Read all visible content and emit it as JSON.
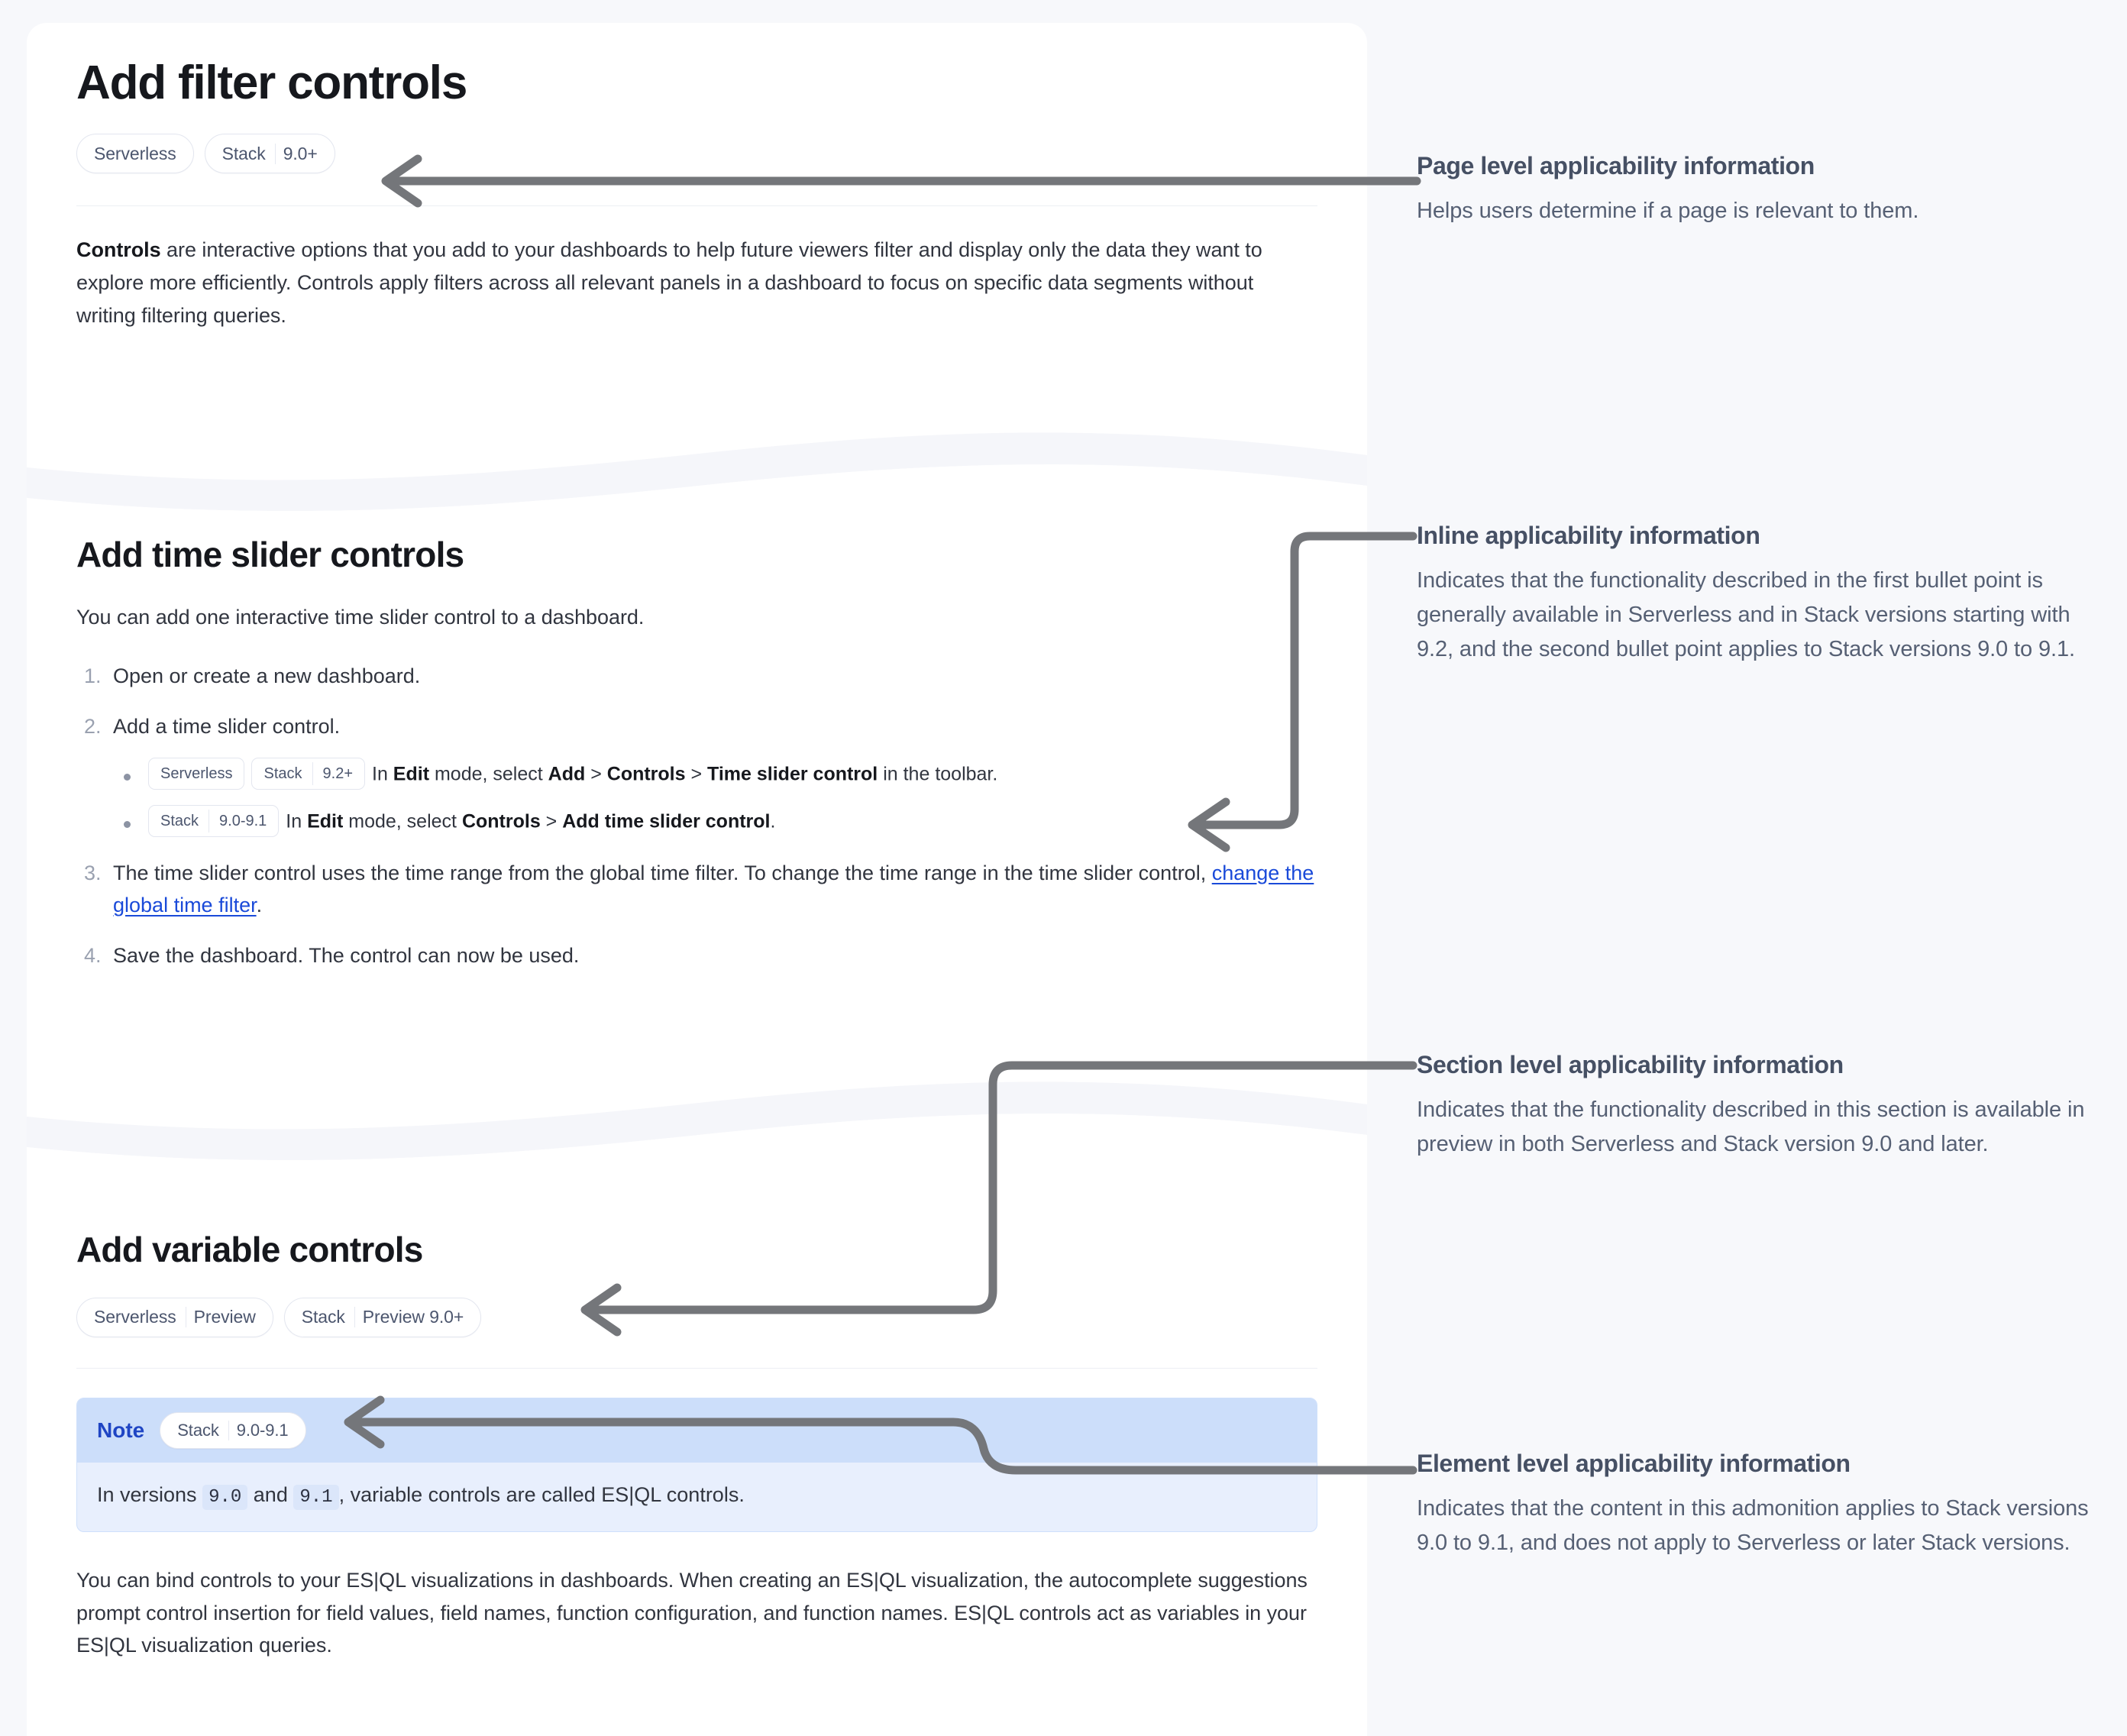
{
  "doc": {
    "page_title": "Add filter controls",
    "page_badges": [
      {
        "segments": [
          "Serverless"
        ]
      },
      {
        "segments": [
          "Stack",
          "9.0+"
        ]
      }
    ],
    "intro": {
      "lead": "Controls",
      "rest": " are interactive options that you add to your dashboards to help future viewers filter and display only the data they want to explore more efficiently. Controls apply filters across all relevant panels in a dashboard to focus on specific data segments without writing filtering queries."
    },
    "time_slider_section": {
      "heading": "Add time slider controls",
      "intro": "You can add one interactive time slider control to a dashboard.",
      "step1": "Open or create a new dashboard.",
      "step2": "Add a time slider control.",
      "bullets": [
        {
          "badges": [
            {
              "segments": [
                "Serverless"
              ]
            },
            {
              "segments": [
                "Stack",
                "9.2+"
              ]
            }
          ],
          "parts": [
            {
              "t": "In ",
              "b": false
            },
            {
              "t": "Edit",
              "b": true
            },
            {
              "t": " mode, select ",
              "b": false
            },
            {
              "t": "Add",
              "b": true
            },
            {
              "t": " > ",
              "b": false
            },
            {
              "t": "Controls",
              "b": true
            },
            {
              "t": " > ",
              "b": false
            },
            {
              "t": "Time slider control",
              "b": true
            },
            {
              "t": " in the toolbar.",
              "b": false
            }
          ]
        },
        {
          "badges": [
            {
              "segments": [
                "Stack",
                "9.0-9.1"
              ]
            }
          ],
          "parts": [
            {
              "t": "In ",
              "b": false
            },
            {
              "t": "Edit",
              "b": true
            },
            {
              "t": " mode, select ",
              "b": false
            },
            {
              "t": "Controls",
              "b": true
            },
            {
              "t": " > ",
              "b": false
            },
            {
              "t": "Add time slider control",
              "b": true
            },
            {
              "t": ".",
              "b": false
            }
          ]
        }
      ],
      "step3_before": "The time slider control uses the time range from the global time filter. To change the time range in the time slider control, ",
      "step3_link": "change the global time filter",
      "step3_after": ".",
      "step4": "Save the dashboard. The control can now be used."
    },
    "variable_section": {
      "heading": "Add variable controls",
      "badges": [
        {
          "segments": [
            "Serverless",
            "Preview"
          ]
        },
        {
          "segments": [
            "Stack",
            "Preview 9.0+"
          ]
        }
      ],
      "note": {
        "label": "Note",
        "badge": {
          "segments": [
            "Stack",
            "9.0-9.1"
          ]
        },
        "body_before": "In versions ",
        "code1": "9.0",
        "body_mid": " and ",
        "code2": "9.1",
        "body_after": ", variable controls are called ES|QL controls."
      },
      "paragraph": "You can bind controls to your ES|QL visualizations in dashboards. When creating an ES|QL visualization, the autocomplete suggestions prompt control insertion for field values, field names, function configuration, and function names. ES|QL controls act as variables in your ES|QL visualization queries."
    }
  },
  "annotations": [
    {
      "id": "page-level",
      "title": "Page level applicability information",
      "text": "Helps users determine if a page is relevant to them."
    },
    {
      "id": "inline",
      "title": "Inline applicability information",
      "text": "Indicates that the functionality described in the first bullet point is generally available in Serverless and in Stack versions starting with 9.2, and the second bullet point applies to Stack versions 9.0 to 9.1."
    },
    {
      "id": "section-level",
      "title": "Section level applicability information",
      "text": "Indicates that the functionality described in this section is available in preview in both Serverless and Stack version 9.0 and later."
    },
    {
      "id": "element-level",
      "title": "Element level applicability information",
      "text": "Indicates that the content in this admonition applies to Stack versions 9.0 to 9.1, and does not apply to Serverless or later Stack versions."
    }
  ],
  "colors": {
    "page_background": "#f7f8fb",
    "card_background": "#ffffff",
    "connector": "#74767a",
    "link": "#1a4ad9",
    "note_header": "#ccdefa",
    "note_body": "#e8effd",
    "note_label": "#1f45c4",
    "annotation_title": "#465064",
    "annotation_text": "#566074",
    "badge_text": "#4c566e",
    "badge_border": "#e3e6ef"
  }
}
